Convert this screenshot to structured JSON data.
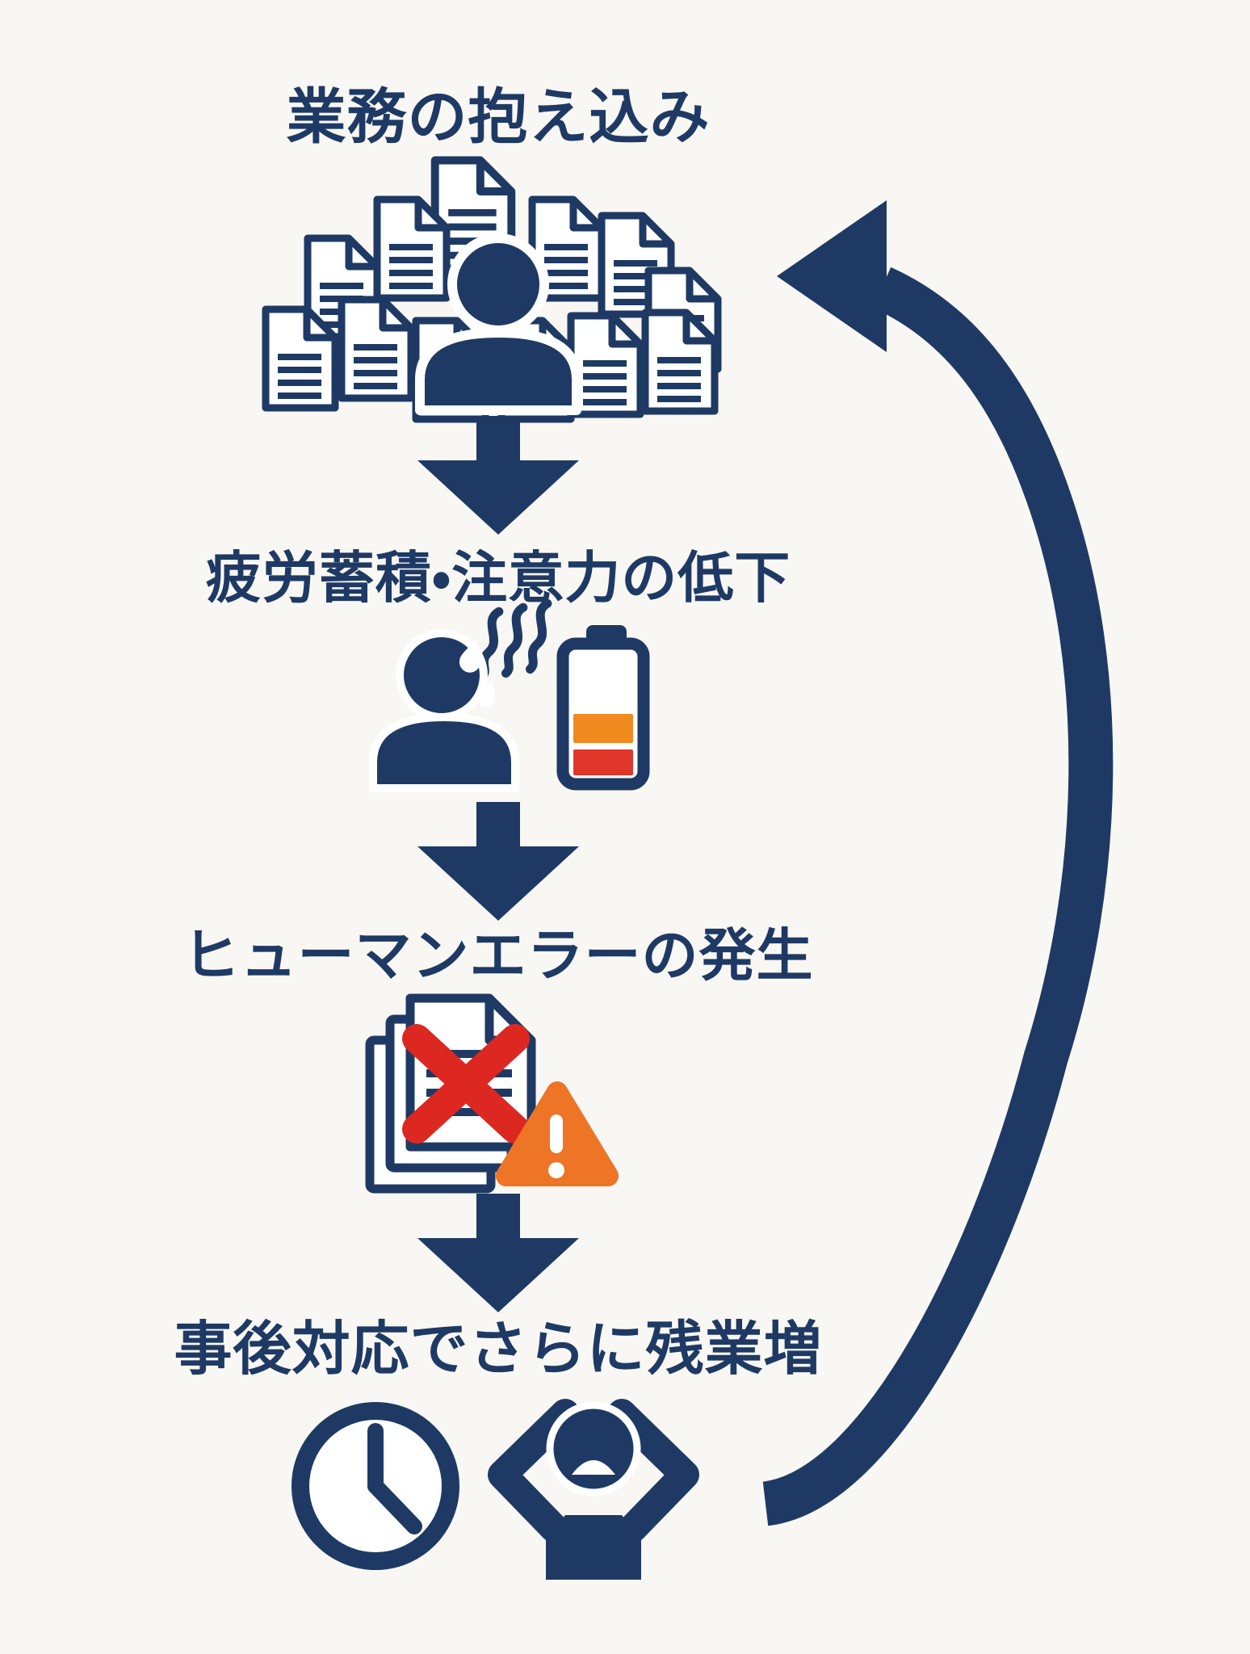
{
  "diagram": {
    "type": "vicious-cycle-flow",
    "steps": [
      {
        "label": "業務の抱え込み",
        "icons": [
          "document-pile-icon",
          "overloaded-worker-icon"
        ]
      },
      {
        "label": "疲労蓄積・注意力の低下",
        "icons": [
          "sweating-person-icon",
          "steam-icon",
          "low-battery-icon"
        ]
      },
      {
        "label": "ヒューマンエラーの発生",
        "icons": [
          "error-document-stack-icon",
          "red-x-icon",
          "warning-triangle-icon"
        ]
      },
      {
        "label": "事後対応でさらに残業増",
        "icons": [
          "clock-icon",
          "stressed-person-icon"
        ]
      }
    ],
    "connectors": {
      "down_arrow_count": 3,
      "loop_arrow_icon": "cycle-loop-arrow-icon",
      "loop_direction": "bottom-right-to-top"
    },
    "colors": {
      "navy": "#1e3a64",
      "background": "#f9f7f3",
      "paper_white": "#ffffff",
      "battery_orange": "#f18a1f",
      "battery_red": "#e0372a",
      "warning_orange": "#ee7426",
      "error_red": "#dd2721"
    }
  }
}
